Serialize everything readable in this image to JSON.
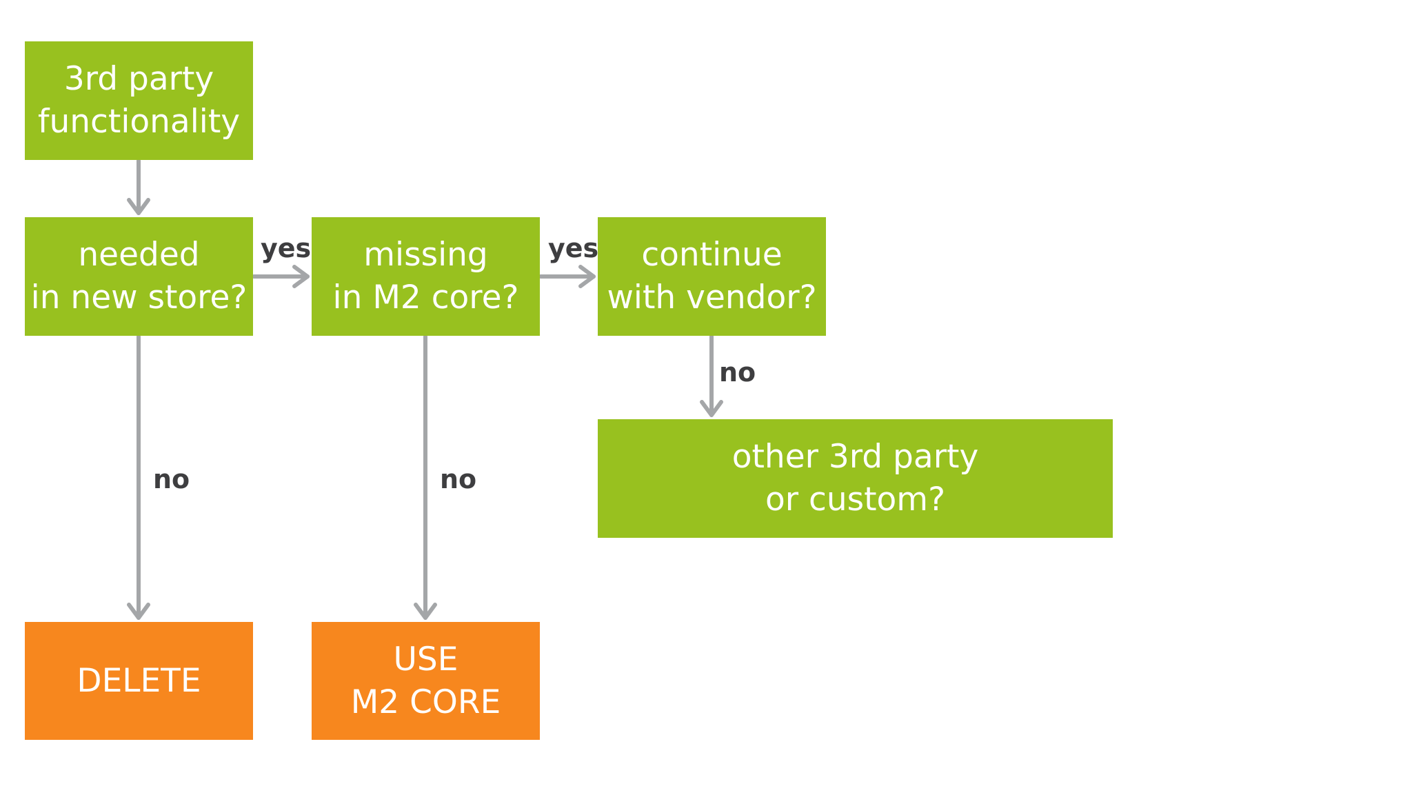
{
  "colors": {
    "decision_fill": "#98c11f",
    "outcome_fill": "#f7871e",
    "node_text": "#ffffff",
    "edge": "#a4a6a8",
    "edge_label": "#3e3e40",
    "background": "#ffffff"
  },
  "nodes": {
    "third_party": "3rd party\nfunctionality",
    "needed": "needed\nin new store?",
    "missing": "missing\nin M2 core?",
    "continue_vendor": "continue\nwith vendor?",
    "other": "other 3rd party\nor custom?",
    "delete": "DELETE",
    "use_core": "USE\nM2 CORE"
  },
  "edges": [
    {
      "from": "third_party",
      "to": "needed",
      "label": ""
    },
    {
      "from": "needed",
      "to": "missing",
      "label": "yes"
    },
    {
      "from": "missing",
      "to": "continue_vendor",
      "label": "yes"
    },
    {
      "from": "needed",
      "to": "delete",
      "label": "no"
    },
    {
      "from": "missing",
      "to": "use_core",
      "label": "no"
    },
    {
      "from": "continue_vendor",
      "to": "other",
      "label": "no"
    }
  ],
  "labels": {
    "yes_needed_missing": "yes",
    "yes_missing_continue": "yes",
    "no_needed_delete": "no",
    "no_missing_usecore": "no",
    "no_continue_other": "no"
  }
}
